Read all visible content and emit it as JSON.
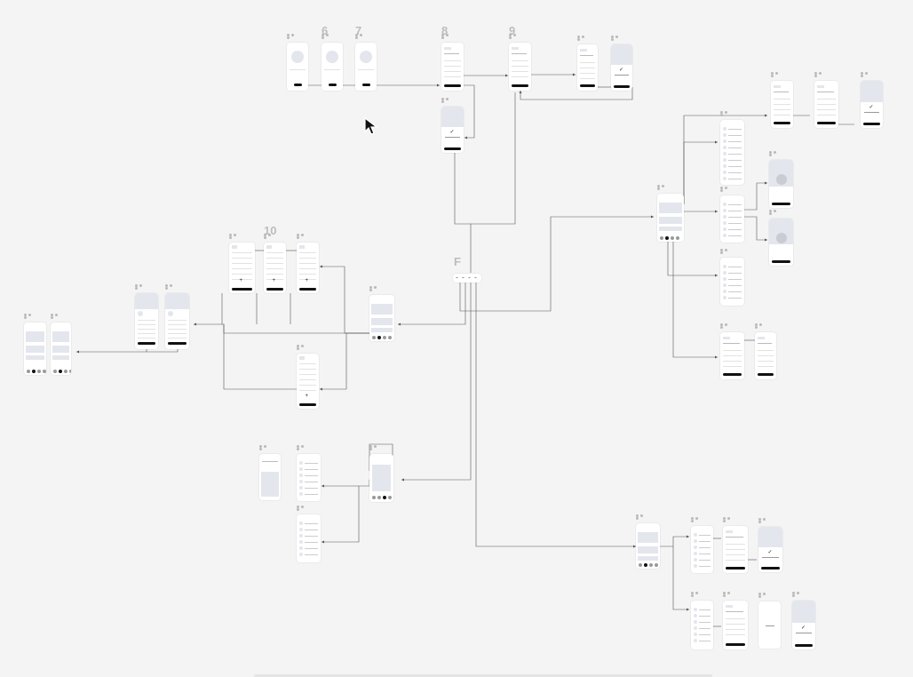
{
  "canvas": {
    "background": "#f4f4f4",
    "frame_color": "#ffffff",
    "placeholder_color": "#e3e6ec",
    "connector_color": "#555555"
  },
  "labels": {
    "step6": "6",
    "step7": "7",
    "step8": "8",
    "step9": "9",
    "step10": "10",
    "stepF": "F"
  },
  "icons": {
    "cursor": "arrow-pointer-icon"
  }
}
